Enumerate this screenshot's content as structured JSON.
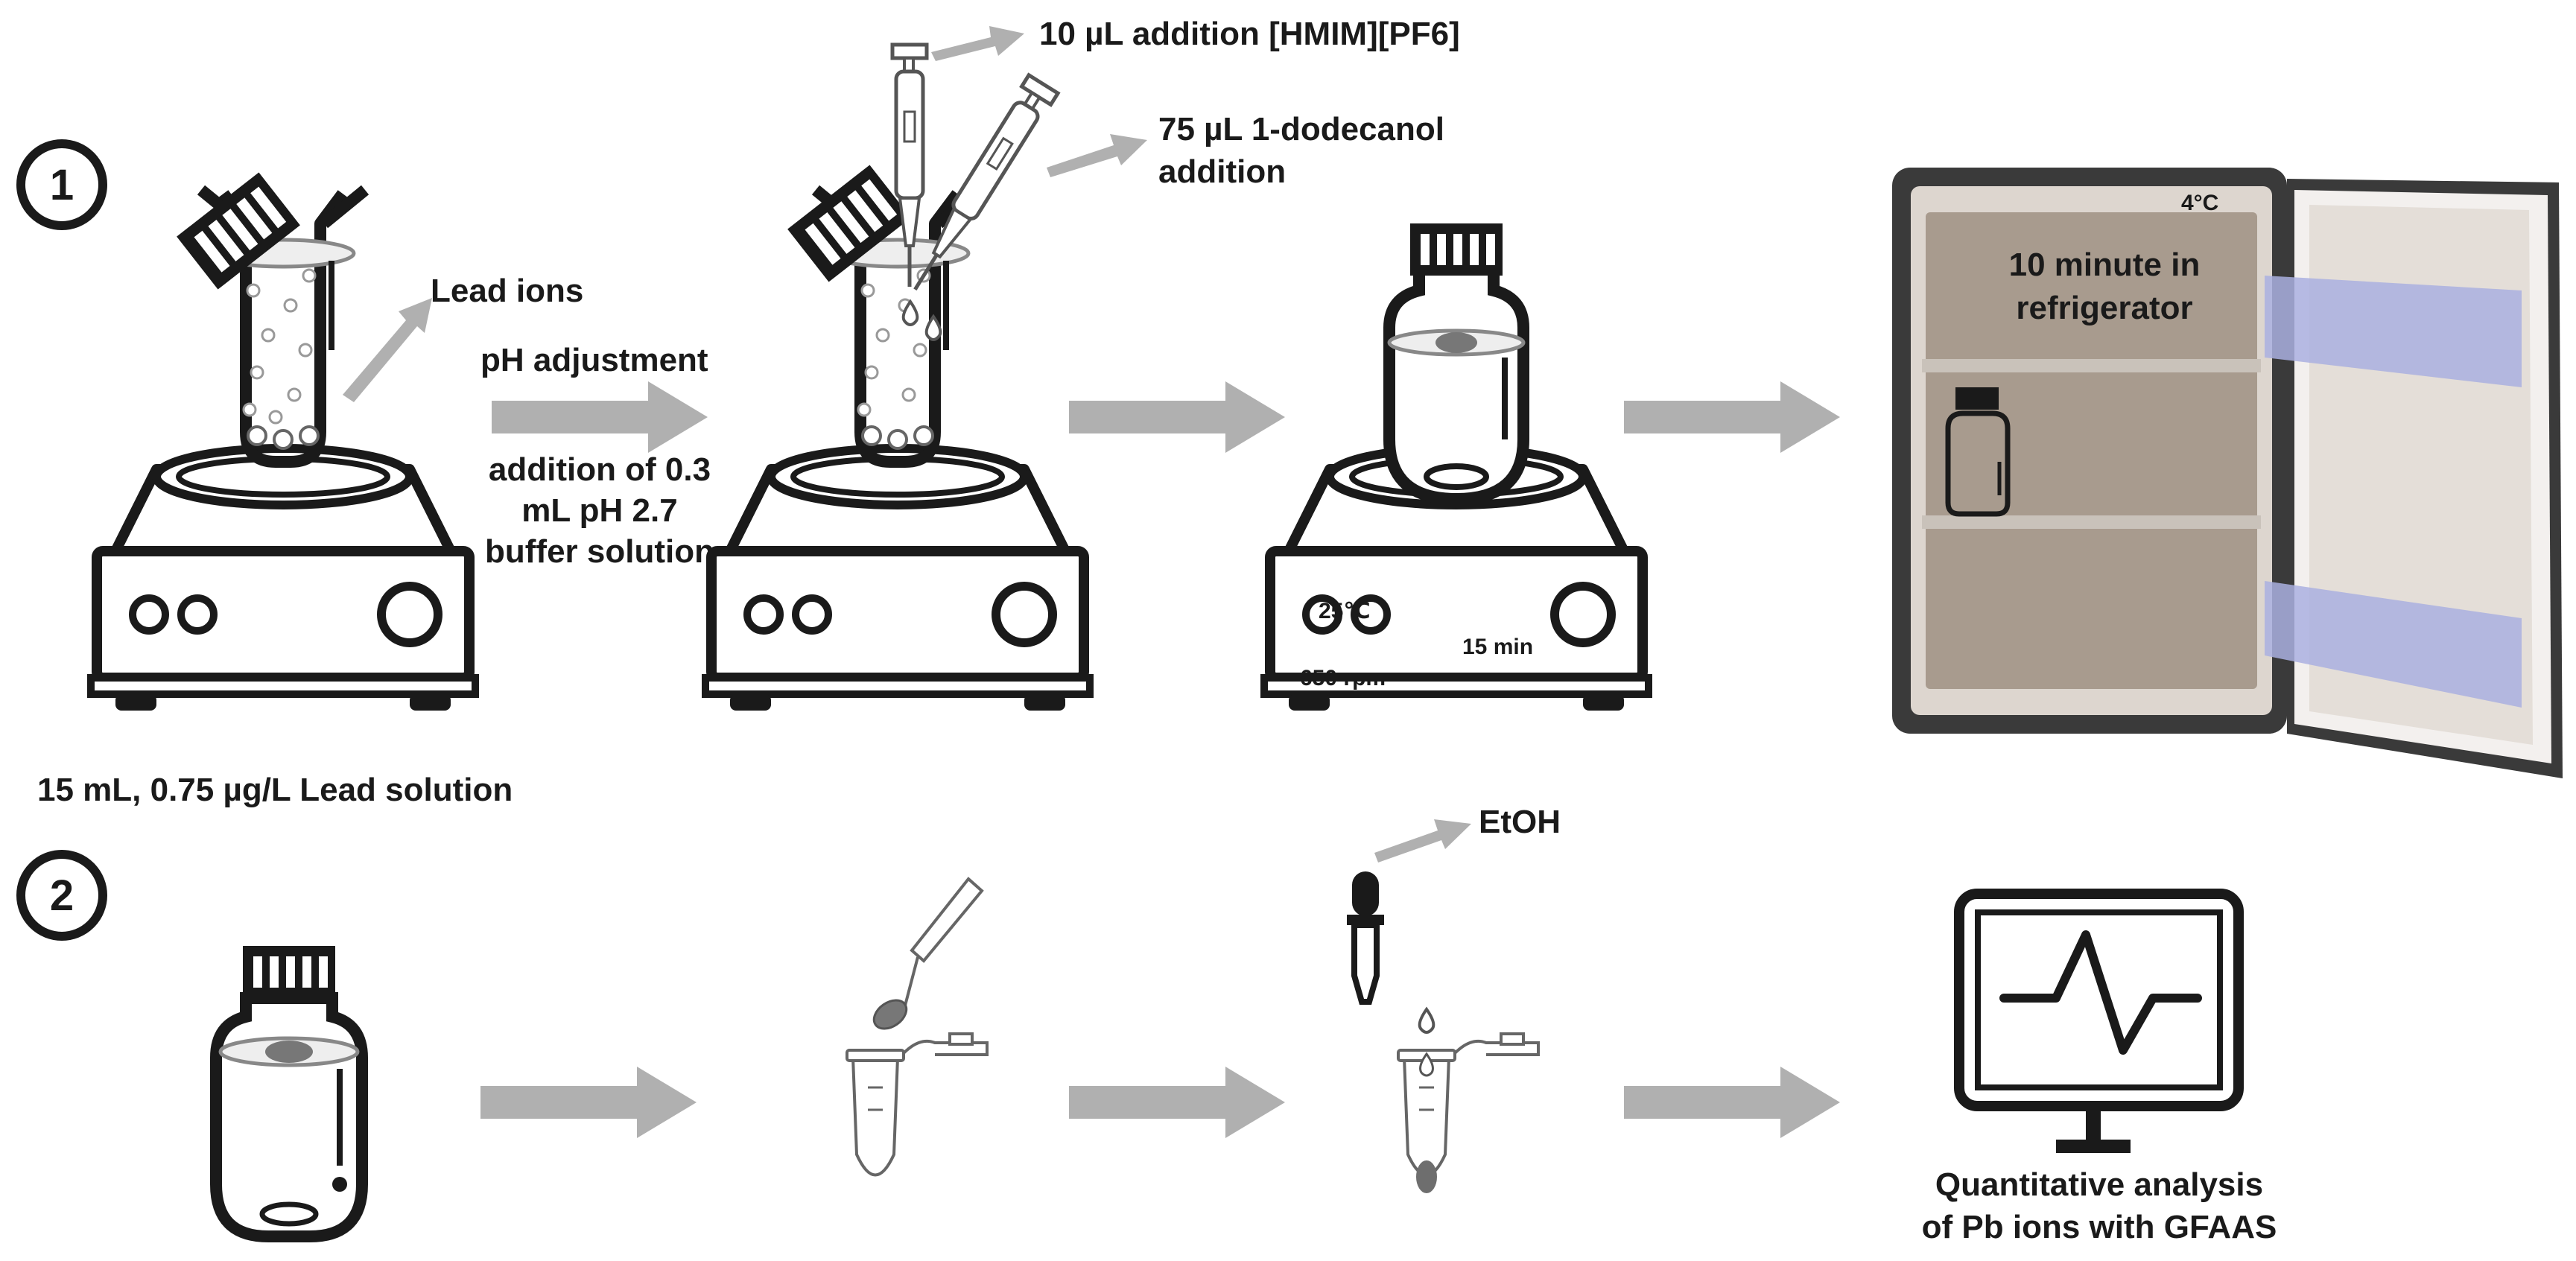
{
  "steps": [
    {
      "number": "1"
    },
    {
      "number": "2"
    }
  ],
  "labels": {
    "lead_ions": "Lead ions",
    "ph_adjustment": "pH adjustment",
    "buffer_line1": "addition of 0.3",
    "buffer_line2": "mL pH  2.7",
    "buffer_line3": "buffer solution",
    "sample": "15 mL,  0.75 µg/L Lead solution",
    "il_addition": "10 µL  addition [HMIM][PF6]",
    "dodecanol_line1": "75 µL 1-dodecanol",
    "dodecanol_line2": "addition",
    "temp": "25℃",
    "speed": "650 rpm",
    "time": "15 min",
    "fridge_temp": "4°C",
    "fridge_line1": "10 minute in",
    "fridge_line2": "refrigerator",
    "etoh": "EtOH",
    "analysis_line1": "Quantitative analysis",
    "analysis_line2": "of Pb ions with GFAAS"
  },
  "colors": {
    "arrow": "#b0b0b0",
    "outline": "#1a1a1a",
    "fridge_interior": "#a89b8e",
    "fridge_body": "#3a3a3a",
    "fridge_shelf": "#c9c2ba",
    "door_bin": "#aab0e0",
    "droplet": "#7a7a7a"
  },
  "icons": [
    "hotplate-stirrer-icon",
    "beaker-icon",
    "micropipette-icon",
    "bottle-icon",
    "refrigerator-icon",
    "spatula-icon",
    "microtube-icon",
    "dropper-icon",
    "monitor-icon",
    "arrow-icon"
  ]
}
